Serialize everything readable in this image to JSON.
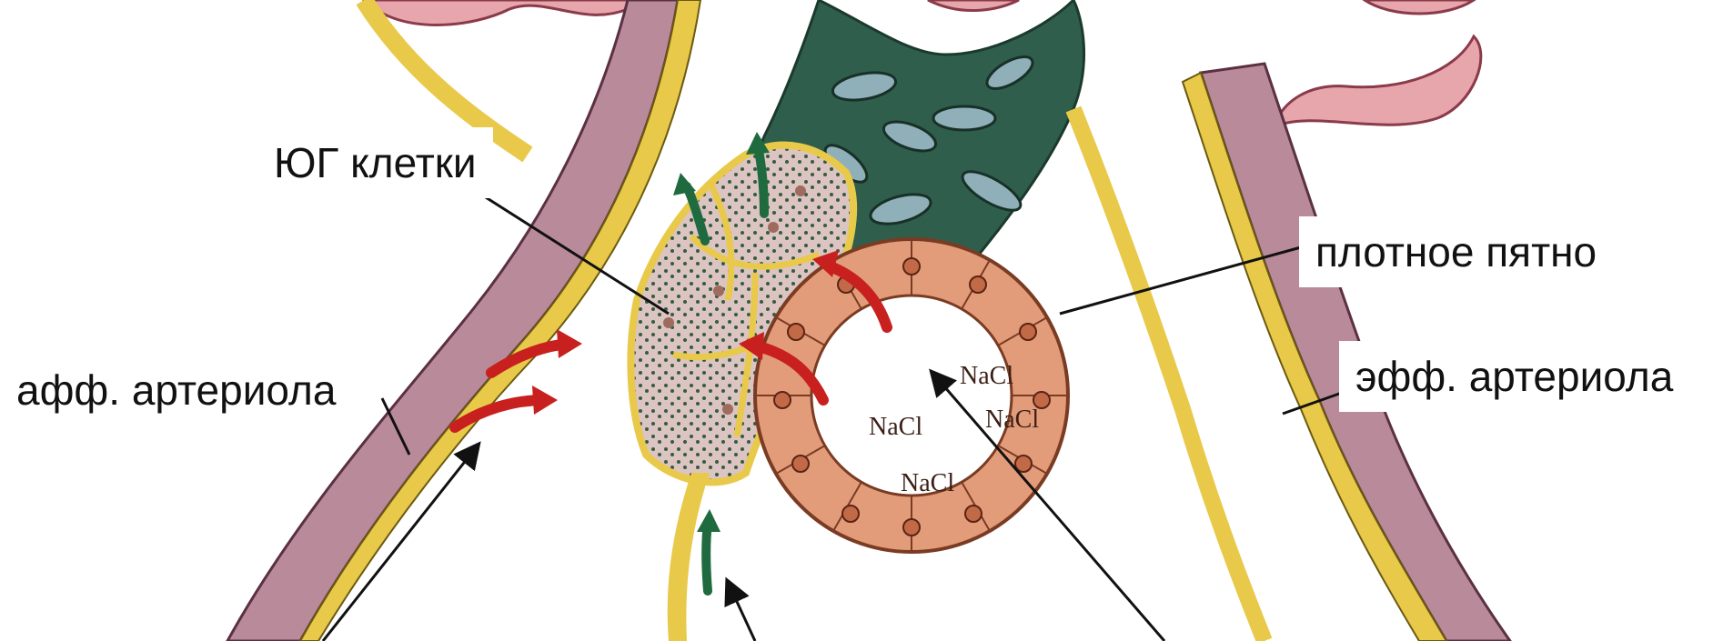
{
  "labels": {
    "jg_cells": "ЮГ клетки",
    "macula_densa": "плотное пятно",
    "afferent_arteriole": "афф. артериола",
    "efferent_arteriole": "эфф. артериола"
  },
  "lumen_labels": [
    "NaCl",
    "NaCl",
    "NaCl",
    "NaCl"
  ],
  "colors": {
    "smooth_muscle": "#b88a9a",
    "endothelium": "#e8c94a",
    "mesangium": "#2f5e4c",
    "jg_granular": "#d9c0bd",
    "macula_cells": "#e39c7a",
    "glomerulus": "#e6a6ac",
    "arrow_red": "#c8201e",
    "arrow_green": "#1f6b3f"
  }
}
